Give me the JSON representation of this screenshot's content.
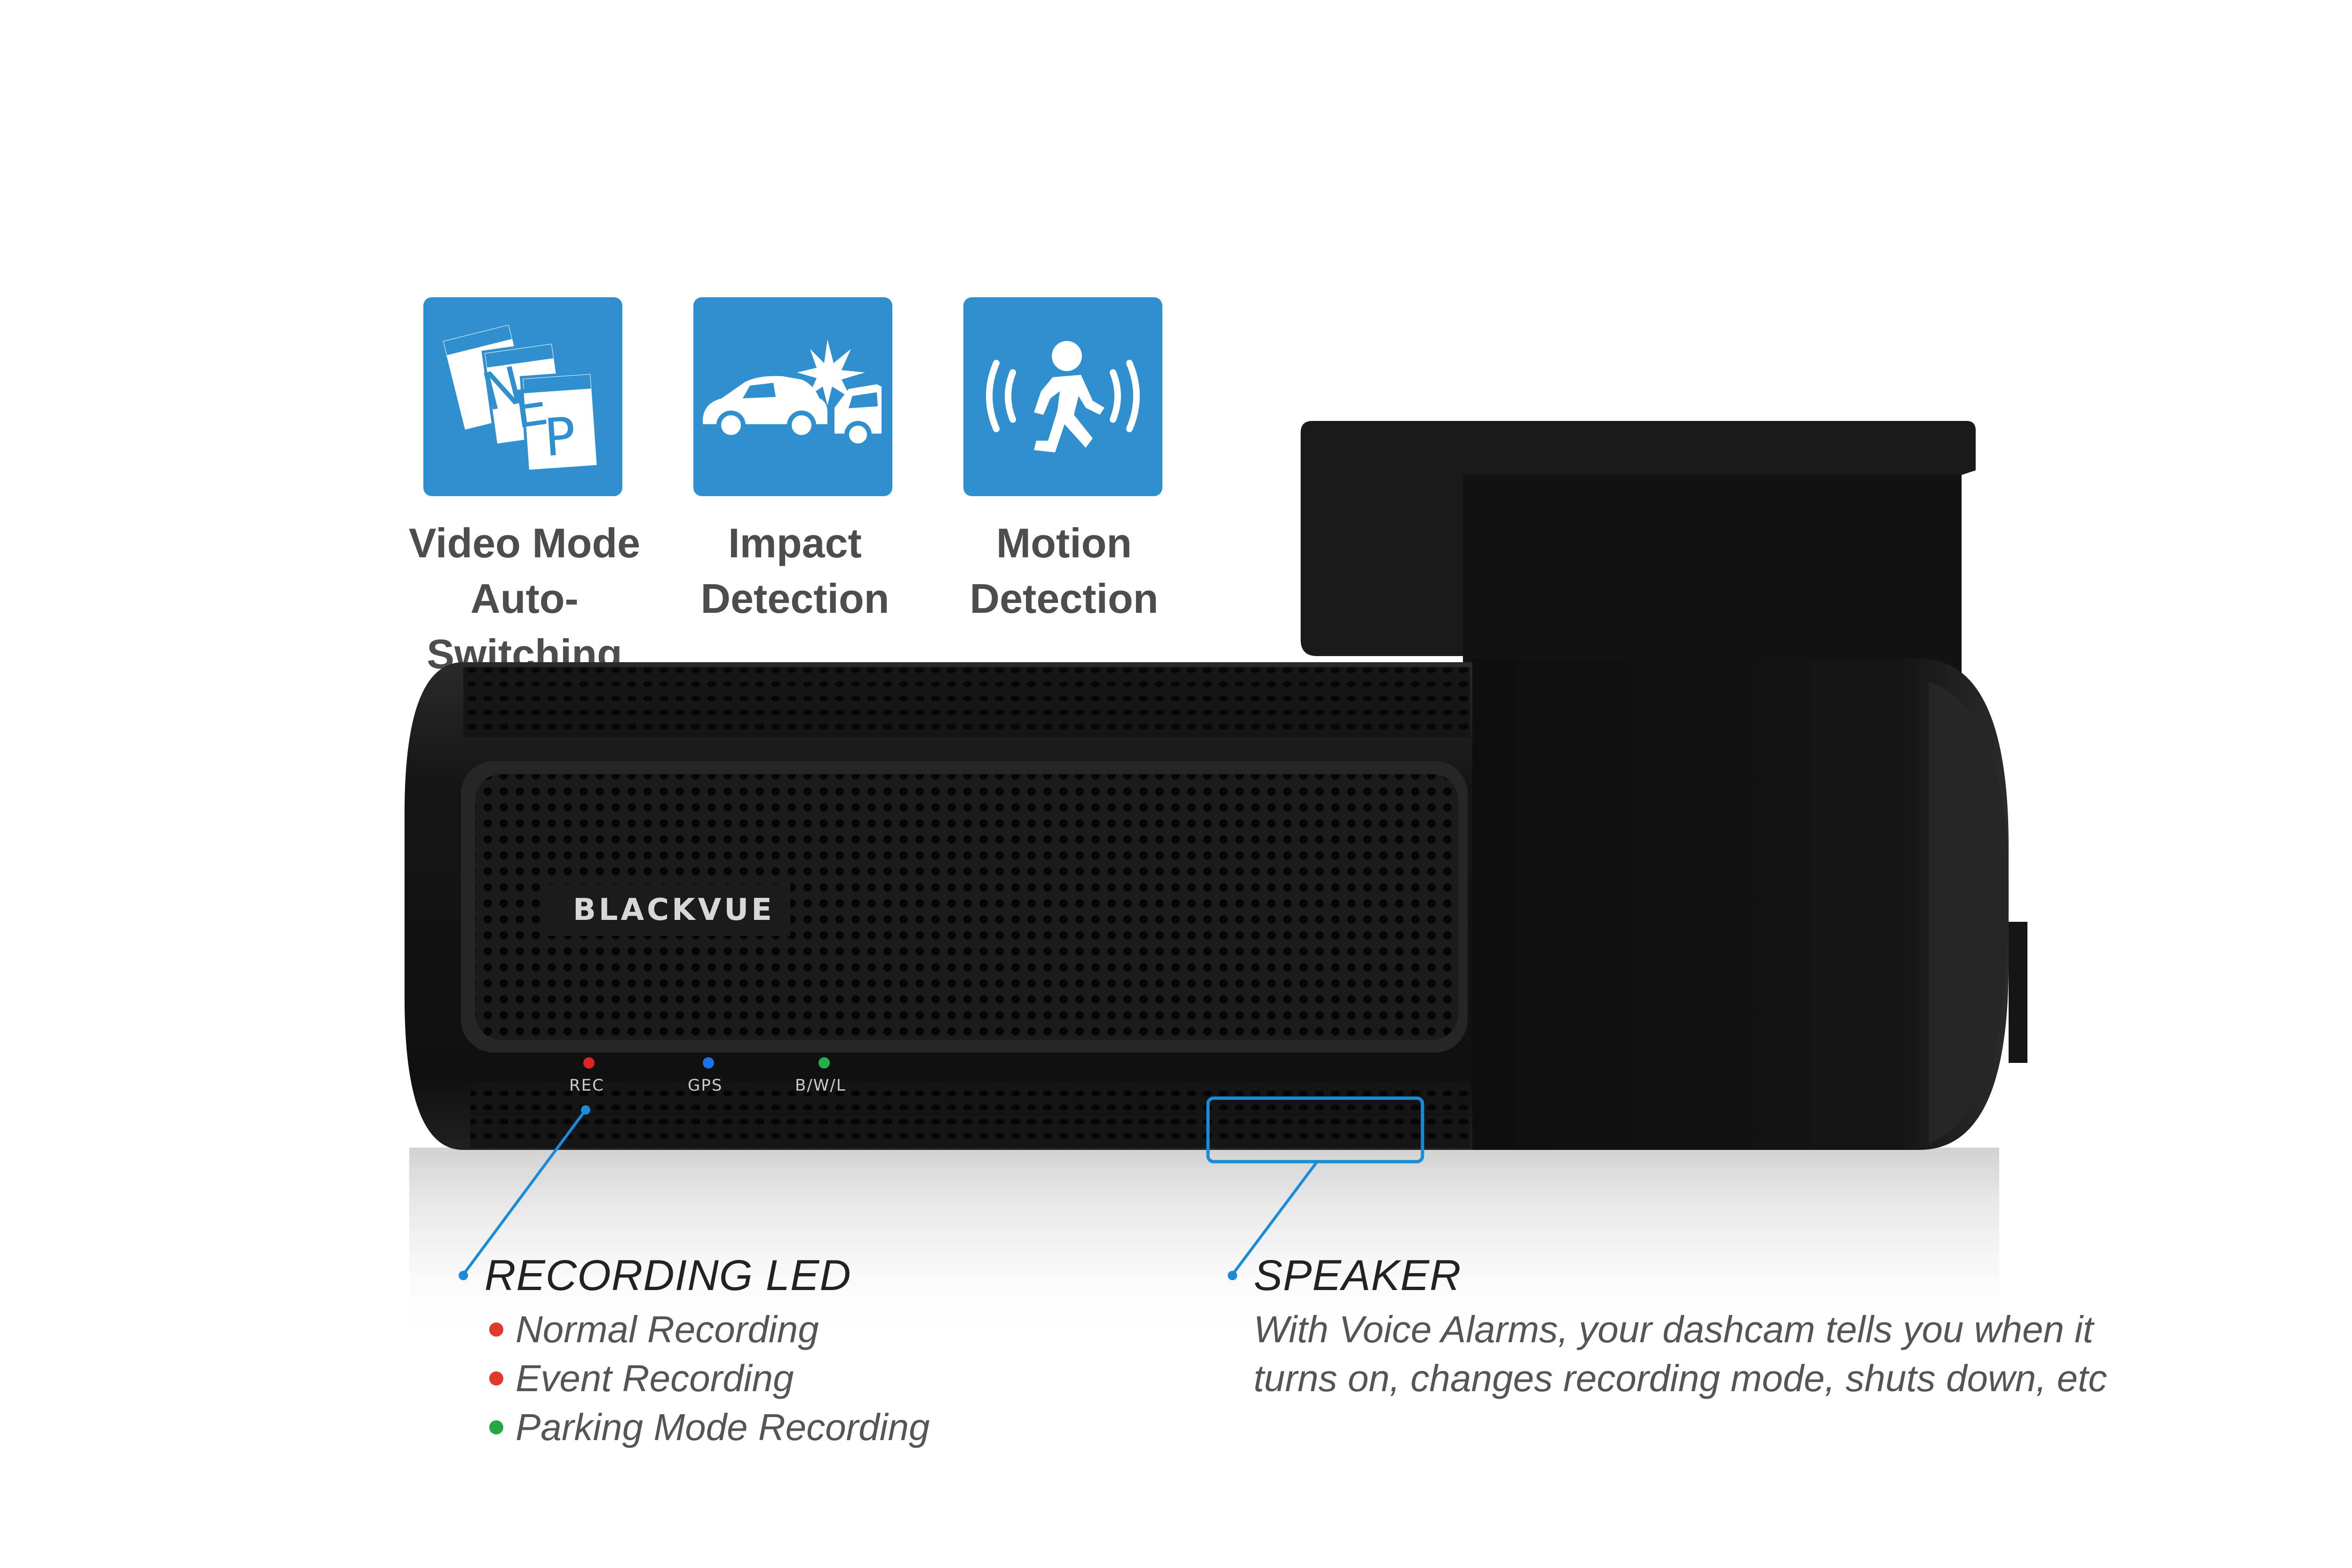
{
  "features": [
    {
      "icon": "video-mode-switch-icon",
      "line1": "Video Mode",
      "line2": "Auto-Switching"
    },
    {
      "icon": "car-impact-icon",
      "line1": "Impact",
      "line2": "Detection"
    },
    {
      "icon": "motion-detection-icon",
      "line1": "Motion",
      "line2": "Detection"
    }
  ],
  "camera": {
    "brand": "BLACKVUE",
    "leds": [
      {
        "label": "REC",
        "color": "#e02424"
      },
      {
        "label": "GPS",
        "color": "#1a73e8"
      },
      {
        "label": "B/W/L",
        "color": "#22b14c"
      }
    ]
  },
  "recording_led": {
    "title": "RECORDING LED",
    "items": [
      {
        "text": "Normal Recording",
        "color": "#e0392b"
      },
      {
        "text": "Event Recording",
        "color": "#e0392b"
      },
      {
        "text": "Parking Mode Recording",
        "color": "#22a845"
      }
    ]
  },
  "speaker": {
    "title": "SPEAKER",
    "description": "With Voice Alarms, your dashcam tells you when it turns on, changes recording mode, shuts down, etc"
  },
  "colors": {
    "accent": "#2f8fcf",
    "callout_line": "#1a8bd8"
  }
}
